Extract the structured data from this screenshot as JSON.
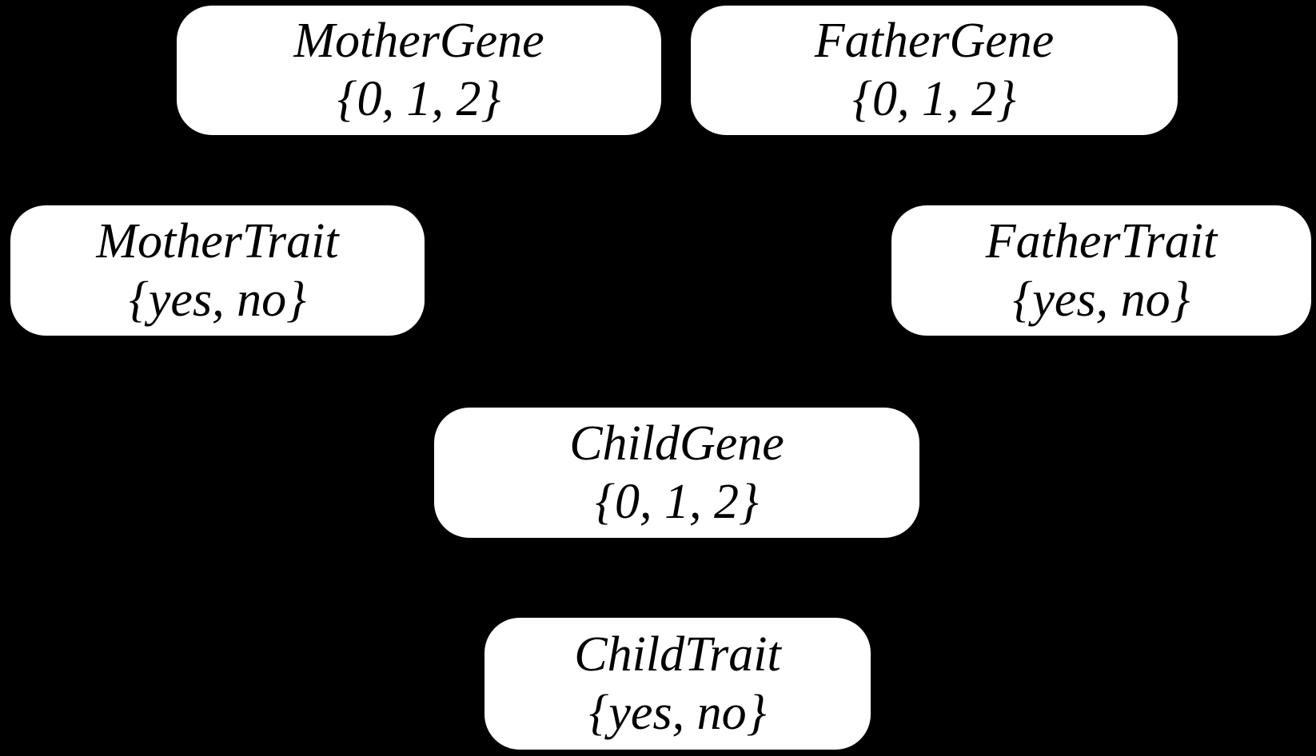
{
  "diagram": {
    "type": "bayesian-network",
    "nodes": [
      {
        "id": "mother-gene",
        "label": "MotherGene",
        "domain": "{0, 1, 2}"
      },
      {
        "id": "father-gene",
        "label": "FatherGene",
        "domain": "{0, 1, 2}"
      },
      {
        "id": "mother-trait",
        "label": "MotherTrait",
        "domain": "{yes, no}"
      },
      {
        "id": "father-trait",
        "label": "FatherTrait",
        "domain": "{yes, no}"
      },
      {
        "id": "child-gene",
        "label": "ChildGene",
        "domain": "{0, 1, 2}"
      },
      {
        "id": "child-trait",
        "label": "ChildTrait",
        "domain": "{yes, no}"
      }
    ],
    "edges_visible": false
  },
  "colors": {
    "background": "#000000",
    "node_fill": "#ffffff",
    "node_text": "#000000"
  }
}
